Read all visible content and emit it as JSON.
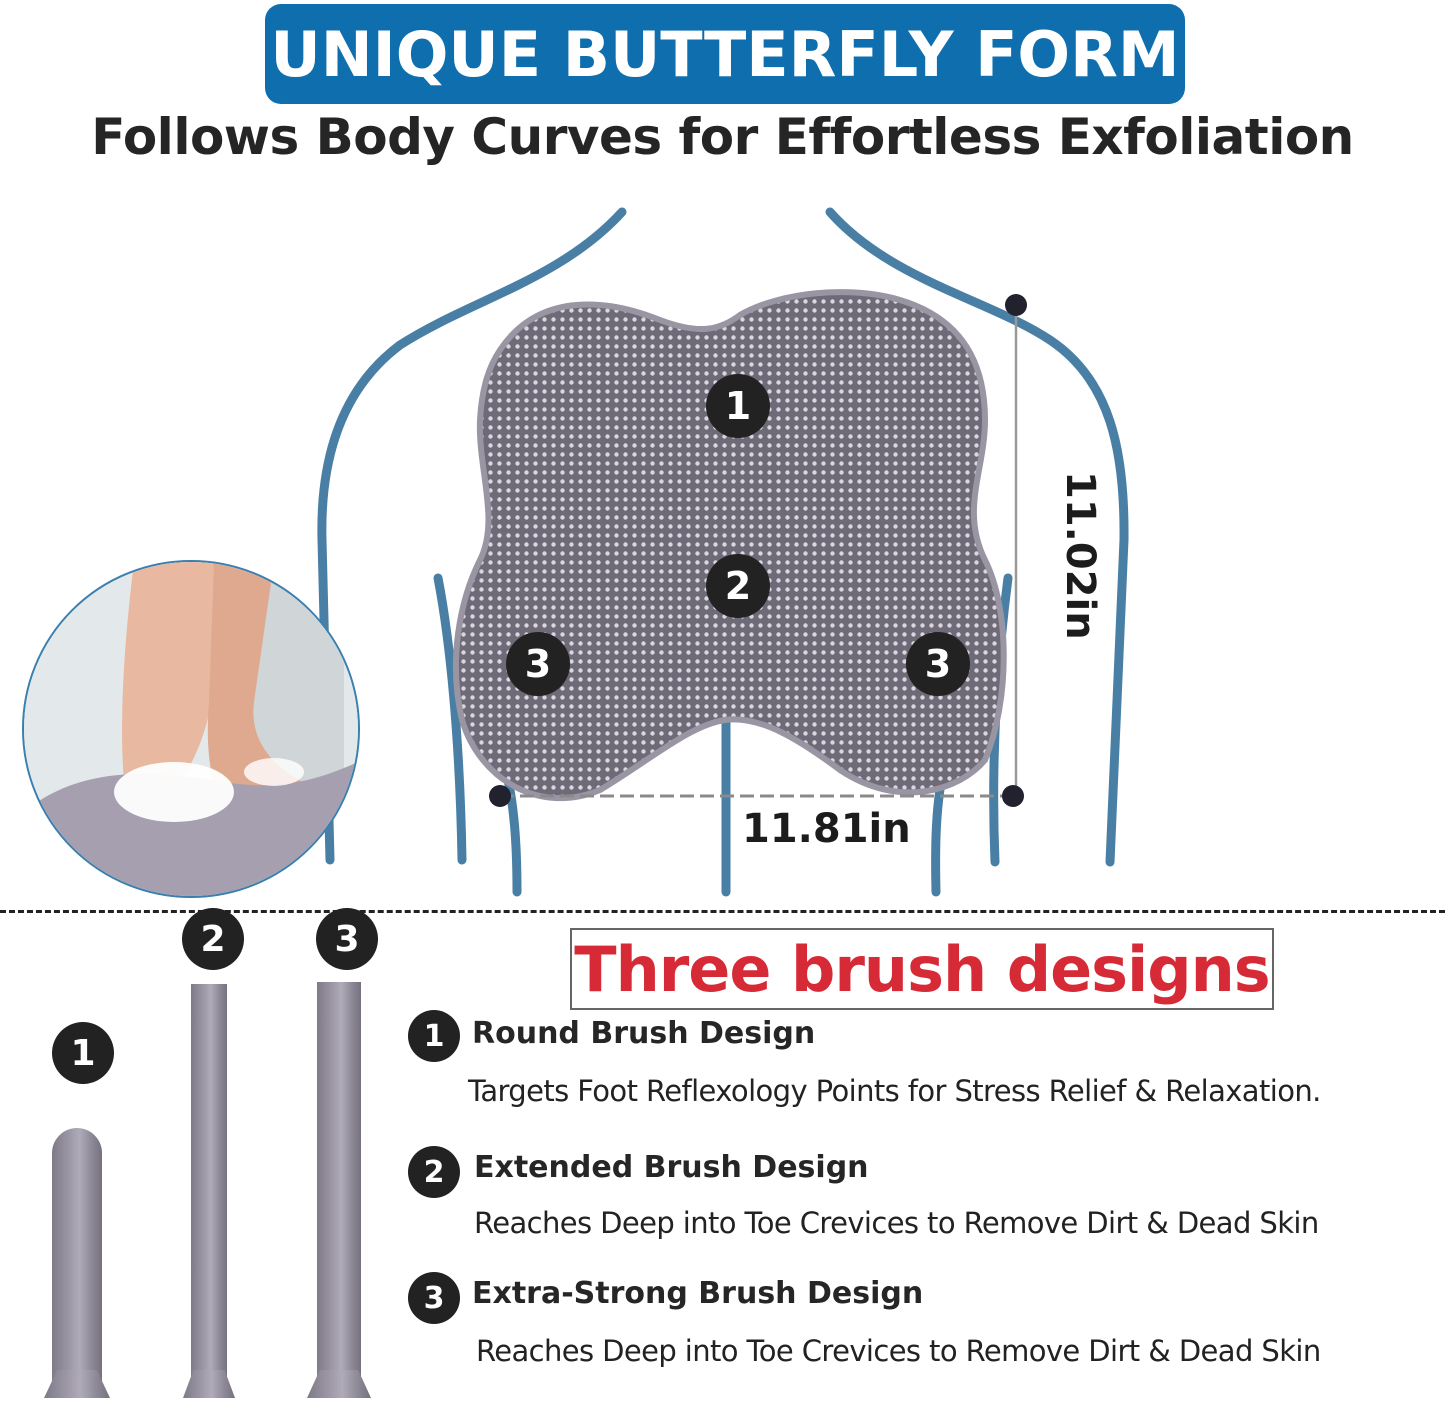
{
  "header": {
    "banner_title": "UNIQUE BUTTERFLY FORM",
    "subtitle": "Follows Body Curves for Effortless Exfoliation"
  },
  "diagram": {
    "zones": [
      {
        "id": "1",
        "label": "1"
      },
      {
        "id": "2",
        "label": "2"
      },
      {
        "id": "3-left",
        "label": "3"
      },
      {
        "id": "3-right",
        "label": "3"
      }
    ],
    "height_label": "11.02in",
    "width_label": "11.81in"
  },
  "photo": {
    "alt": "Feet scrubbing on foam-covered butterfly shower mat"
  },
  "brushes": {
    "section_title": "Three brush designs",
    "rod_labels": [
      "1",
      "2",
      "3"
    ],
    "items": [
      {
        "number": "1",
        "title": "Round Brush Design",
        "description": "Targets Foot Reflexology Points for Stress Relief & Relaxation."
      },
      {
        "number": "2",
        "title": "Extended Brush Design",
        "description": "Reaches Deep into Toe Crevices to Remove Dirt & Dead Skin"
      },
      {
        "number": "3",
        "title": "Extra-Strong Brush Design",
        "description": "Reaches Deep into Toe Crevices to Remove Dirt & Dead Skin"
      }
    ]
  },
  "colors": {
    "banner_blue": "#0f6fae",
    "outline_blue": "#4a7fa5",
    "title_red": "#d62b37",
    "mat_gray": "#7d7886",
    "badge_black": "#222222"
  }
}
